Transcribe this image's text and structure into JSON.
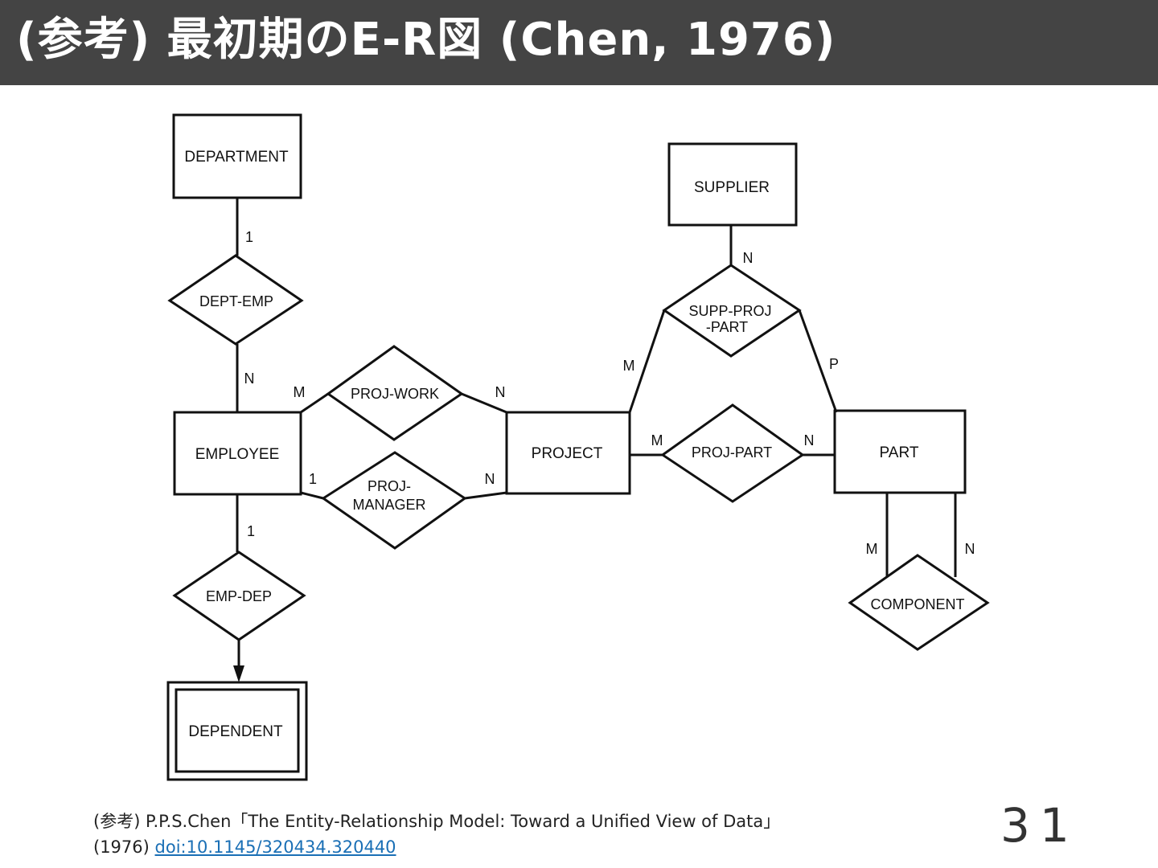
{
  "title": "(参考) 最初期のE-R図 (Chen, 1976)",
  "diagram": {
    "entities": {
      "department": "DEPARTMENT",
      "supplier": "SUPPLIER",
      "employee": "EMPLOYEE",
      "project": "PROJECT",
      "part": "PART",
      "dependent": "DEPENDENT"
    },
    "relationships": {
      "dept_emp": "DEPT-EMP",
      "proj_work": "PROJ-WORK",
      "proj_manager_1": "PROJ-",
      "proj_manager_2": "MANAGER",
      "supp_proj_part_1": "SUPP-PROJ",
      "supp_proj_part_2": "-PART",
      "proj_part": "PROJ-PART",
      "emp_dep": "EMP-DEP",
      "component": "COMPONENT"
    },
    "cardinalities": {
      "department_dept_emp": "1",
      "dept_emp_employee": "N",
      "employee_proj_work": "M",
      "proj_work_project": "N",
      "employee_proj_manager": "1",
      "proj_manager_project": "N",
      "employee_emp_dep": "1",
      "supplier_supp_proj_part": "N",
      "project_supp_proj_part": "M",
      "part_supp_proj_part": "P",
      "project_proj_part": "M",
      "part_proj_part": "N",
      "part_component_m": "M",
      "part_component_n": "N"
    }
  },
  "footer": {
    "citation": "(参考) P.P.S.Chen「The Entity-Relationship Model: Toward a Unified View of Data」",
    "year": "(1976)",
    "doi": "doi:10.1145/320434.320440"
  },
  "page_number": "31"
}
